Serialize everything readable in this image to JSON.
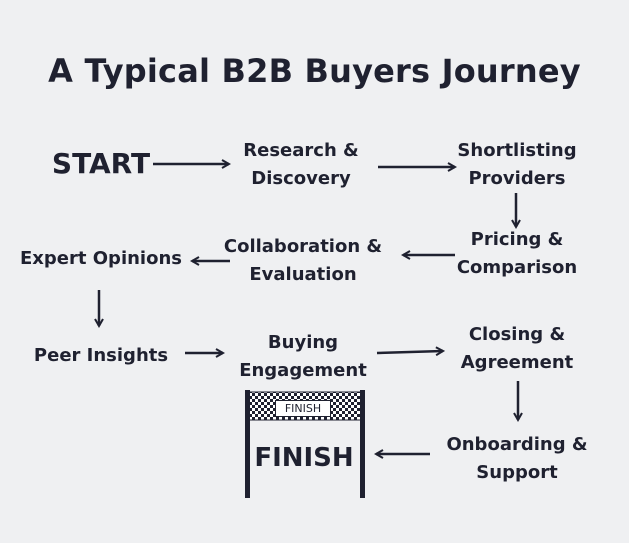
{
  "title": "A Typical B2B Buyers Journey",
  "nodes": {
    "start": "START",
    "research": [
      "Research &",
      "Discovery"
    ],
    "shortlisting": [
      "Shortlisting",
      "Providers"
    ],
    "pricing": [
      "Pricing &",
      "Comparison"
    ],
    "collaboration": [
      "Collaboration &",
      "Evaluation"
    ],
    "expert": "Expert Opinions",
    "peer": "Peer Insights",
    "buying": [
      "Buying",
      "Engagement"
    ],
    "closing": [
      "Closing &",
      "Agreement"
    ],
    "onboarding": [
      "Onboarding &",
      "Support"
    ]
  },
  "finish": {
    "banner": "FINISH",
    "label": "FINISH"
  }
}
